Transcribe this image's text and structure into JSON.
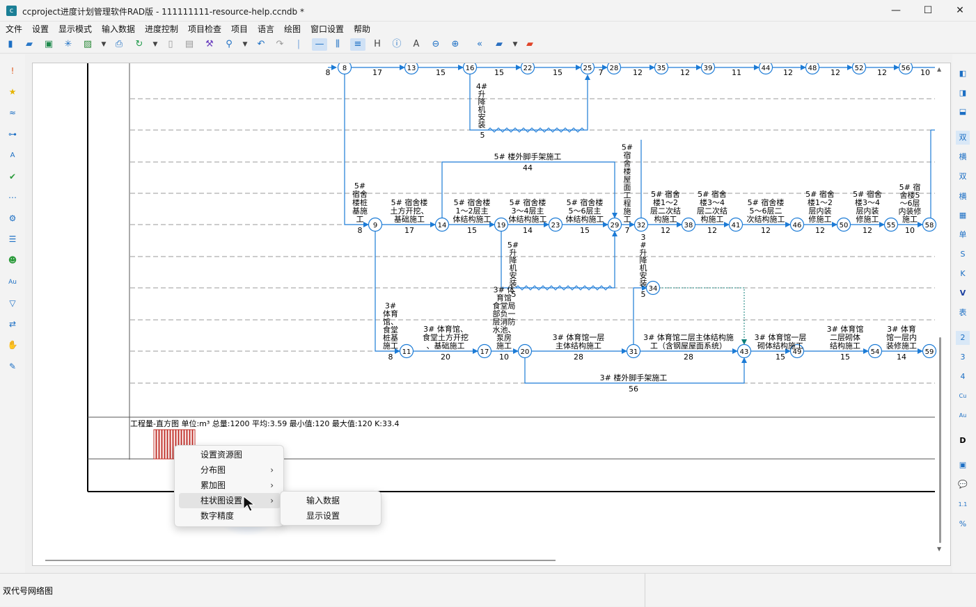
{
  "window": {
    "title": "ccproject进度计划管理软件RAD版 - 111111111-resource-help.ccndb *"
  },
  "menu": [
    "文件",
    "设置",
    "显示模式",
    "输入数据",
    "进度控制",
    "项目检查",
    "项目",
    "语言",
    "绘图",
    "窗口设置",
    "帮助"
  ],
  "right_toolbar": [
    "双",
    "横",
    "单",
    "S",
    "K",
    "V",
    "表",
    "2",
    "3",
    "4",
    "Cu",
    "Au",
    "D",
    "1.1",
    "%"
  ],
  "network": {
    "durations_top": [
      "8",
      "17",
      "15",
      "15",
      "15",
      "7",
      "12",
      "12",
      "11",
      "12",
      "12",
      "12",
      "10"
    ],
    "nodes_top": [
      "8",
      "13",
      "16",
      "22",
      "25",
      "28",
      "35",
      "39",
      "44",
      "48",
      "52",
      "56"
    ],
    "nodes_mid": [
      "9",
      "14",
      "19",
      "23",
      "29",
      "32",
      "38",
      "41",
      "46",
      "50",
      "55",
      "58"
    ],
    "nodes_bot": [
      "11",
      "17",
      "20",
      "31",
      "43",
      "49",
      "54",
      "59"
    ],
    "node_34": "34",
    "labels": {
      "hoist4": [
        "4#",
        "升",
        "降",
        "机",
        "安",
        "装"
      ],
      "hoist4_dur": "5",
      "scaffold5": "5# 楼外脚手架施工",
      "scaffold5_dur": "44",
      "pile5": [
        "5#",
        "宿舍",
        "楼桩",
        "基施",
        "工"
      ],
      "pile5_dur": "8",
      "earth5": [
        "5# 宿舍楼",
        "土方开挖、",
        "基础施工"
      ],
      "earth5_dur": "17",
      "f12_5": [
        "5# 宿舍楼",
        "1～2层主",
        "体结构施工"
      ],
      "f12_5_dur": "15",
      "f34_5": [
        "5# 宿舍楼",
        "3～4层主",
        "体结构施工"
      ],
      "f34_5_dur": "14",
      "f56_5": [
        "5# 宿舍楼",
        "5～6层主",
        "体结构施工"
      ],
      "f56_5_dur": "15",
      "roof5": [
        "5#",
        "宿",
        "舍",
        "楼",
        "屋",
        "面",
        "工",
        "程",
        "施",
        "工"
      ],
      "roof5_dur": "7",
      "sec12": [
        "5# 宿舍",
        "楼1～2",
        "层二次结",
        "构施工"
      ],
      "sec12_dur": "12",
      "sec34": [
        "5# 宿舍",
        "楼3～4",
        "层二次结",
        "构施工"
      ],
      "sec34_dur": "12",
      "sec56": [
        "5# 宿舍楼",
        "5～6层二",
        "次结构施工"
      ],
      "sec56_dur": "12",
      "dec12": [
        "5# 宿舍",
        "楼1～2",
        "层内装",
        "修施工"
      ],
      "dec12_dur": "12",
      "dec34": [
        "5# 宿舍",
        "楼3～4",
        "层内装",
        "修施工"
      ],
      "dec34_dur": "12",
      "dec56": [
        "5# 宿",
        "舍楼5",
        "～6层",
        "内装修",
        "施工"
      ],
      "dec56_dur": "10",
      "hoist5a": [
        "5#",
        "升",
        "降",
        "机",
        "安",
        "装"
      ],
      "hoist5a_dur": "5",
      "hoist3": [
        "3",
        "#",
        "升",
        "降",
        "机",
        "安",
        "装"
      ],
      "hoist3_dur": "5",
      "pile3": [
        "3#",
        "体育",
        "馆、",
        "食堂",
        "桩基",
        "施工"
      ],
      "pile3_dur": "8",
      "earth3": [
        "3# 体育馆、",
        "食堂土方开挖",
        "、基础施工"
      ],
      "earth3_dur": "20",
      "fire3": [
        "3# 体",
        "育馆",
        "食堂局",
        "部负一",
        "层消防",
        "水池、",
        "泵房",
        "施工"
      ],
      "fire3_dur": "10",
      "gym1": [
        "3# 体育馆一层",
        "主体结构施工"
      ],
      "gym1_dur": "28",
      "gym2": [
        "3# 体育馆二层主体结构施",
        "工（含钢屋屋面系统）"
      ],
      "gym2_dur": "28",
      "gymw1": [
        "3# 体育馆一层",
        "砌体结构施工"
      ],
      "gymw1_dur": "15",
      "gymw2": [
        "3# 体育馆",
        "二层砌体",
        "结构施工"
      ],
      "gymw2_dur": "15",
      "gymd1": [
        "3# 体育",
        "馆一层内",
        "装修施工"
      ],
      "gymd1_dur": "14",
      "scaffold3": "3# 楼外脚手架施工",
      "scaffold3_dur": "56"
    },
    "histogram_caption": "工程量-直方图 单位:m³ 总量:1200 平均:3.59 最小值:120 最大值:120 K:33.4"
  },
  "context_menu": {
    "items": [
      {
        "label": "设置资源图",
        "has_submenu": false
      },
      {
        "label": "分布图",
        "has_submenu": true
      },
      {
        "label": "累加图",
        "has_submenu": true
      },
      {
        "label": "柱状图设置",
        "has_submenu": true,
        "highlighted": true
      },
      {
        "label": "数字精度",
        "has_submenu": false
      }
    ],
    "submenu": [
      "输入数据",
      "显示设置"
    ],
    "arrow": "›"
  },
  "status": {
    "mode": "双代号网络图"
  },
  "icons": {
    "toolbar": [
      "new-icon",
      "open-icon",
      "save-icon",
      "snowflake-icon",
      "image-icon",
      "print-icon",
      "refresh-icon",
      "cut-icon",
      "paste-icon",
      "format-icon",
      "zoom-icon",
      "undo-icon",
      "redo-icon",
      "line-icon",
      "columns-icon",
      "sort-icon",
      "heading-icon",
      "info-icon",
      "font-icon",
      "zoom-out-icon",
      "zoom-in-icon",
      "back-icon",
      "folder-icon",
      "folder-red-icon"
    ],
    "left": [
      "exclamation-icon",
      "star-icon",
      "wave-icon",
      "key-icon",
      "text-a-icon",
      "check-icon",
      "dots-icon",
      "gear-icon",
      "list-icon",
      "users-icon",
      "au-icon",
      "filter-icon",
      "swap-icon",
      "hand-icon",
      "pen-icon"
    ]
  },
  "colors": {
    "line": "#1c7bd6",
    "node": "#1c7bd6",
    "grid": "#9a9a9a",
    "histogram": "#c0302a",
    "accent": "#1c6fc4"
  }
}
